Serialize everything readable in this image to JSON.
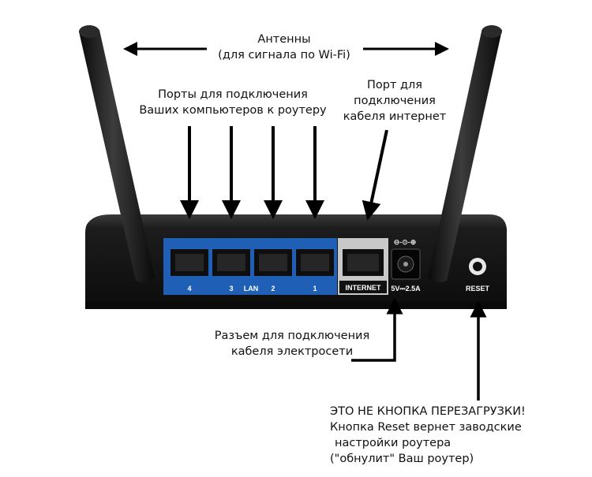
{
  "annotations": {
    "antennas": {
      "line1": "Антенны",
      "line2": "(для сигнала по Wi-Fi)"
    },
    "lan_ports": {
      "line1": "Порты для подключения",
      "line2": "Ваших компьютеров к роутеру"
    },
    "internet_port": {
      "line1": "Порт для",
      "line2": "подключения",
      "line3": "кабеля интернет"
    },
    "power_jack": {
      "line1": "Разъем для подключения",
      "line2": "кабеля электросети"
    },
    "reset_button": {
      "line1": "ЭТО НЕ КНОПКА ПЕРЕЗАГРУЗКИ!",
      "line2": "Кнопка Reset вернет заводские",
      "line3": "настройки роутера",
      "line4": "(\"обнулит\" Ваш роутер)"
    }
  },
  "router_panel": {
    "port_numbers": [
      "4",
      "3",
      "2",
      "1"
    ],
    "lan_label": "LAN",
    "internet_label": "INTERNET",
    "power_label": "5V⎓2.5A",
    "reset_label": "RESET"
  },
  "colors": {
    "lan_panel": "#1f5fb6",
    "internet_panel": "#c8c8c8",
    "router_body": "#161616",
    "arrow": "#000000"
  }
}
